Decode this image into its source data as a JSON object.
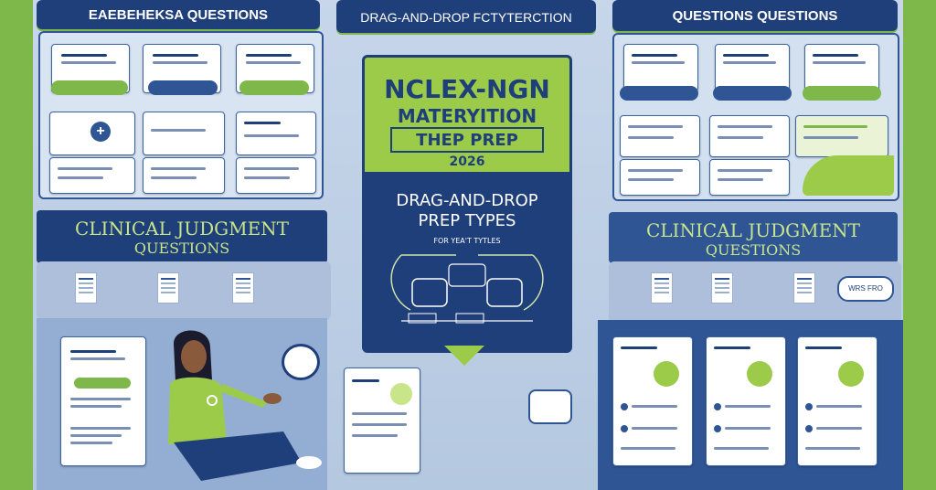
{
  "banners": {
    "top_left": "EAEBEHEKSA QUESTIONS",
    "top_center": "DRAG-AND-DROP FCTYTERCTION",
    "top_right": "QUESTIONS QUESTIONS"
  },
  "center": {
    "line1": "NCLEX-NGN",
    "line2": "MATERYITION",
    "line3": "THEP PREP",
    "year": "2026",
    "sub1": "DRAG-AND-DROP",
    "sub2": "PREP TYPES",
    "sub3": "FOR YEA'T TYTLES"
  },
  "clinical_left": {
    "line1": "CLINICAL JUDGMENT",
    "line2": "QUESTIONS"
  },
  "clinical_right": {
    "line1": "CLINICAL JUDGMENT",
    "line2": "QUESTIONS"
  },
  "speech_bubble": "WRS FRO",
  "colors": {
    "navy": "#1f3f7a",
    "green": "#7fb84a",
    "bg": "#b9cbe2"
  }
}
